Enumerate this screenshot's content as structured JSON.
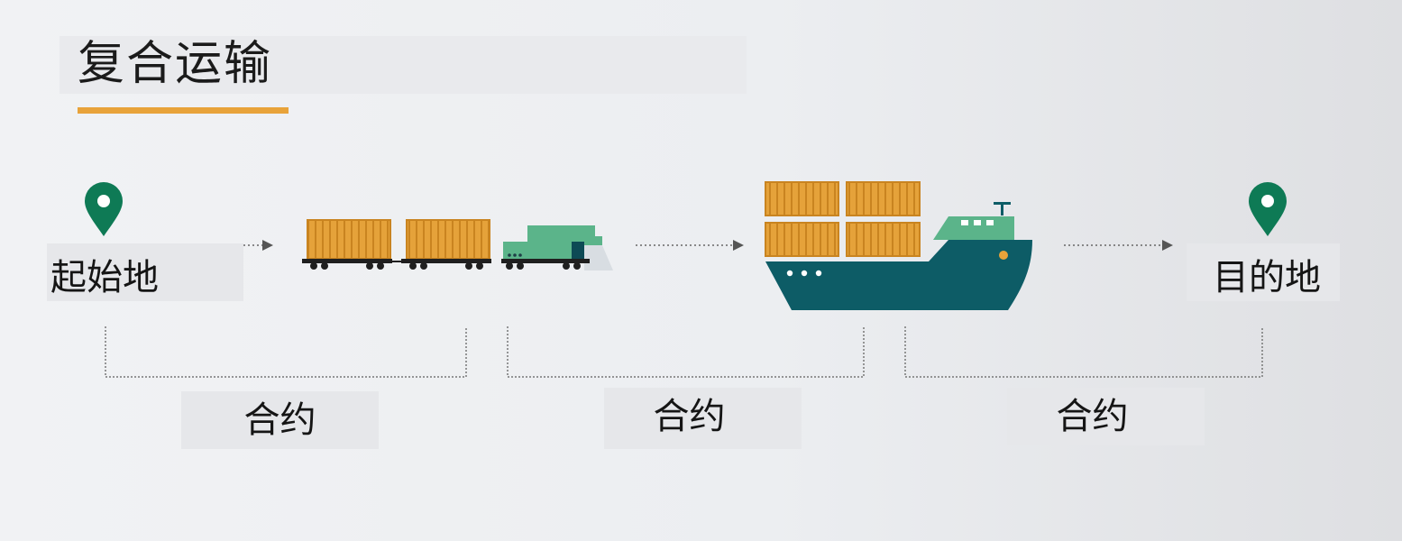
{
  "title": "复合运输",
  "origin": {
    "label": "起始地",
    "icon": "map-pin-icon"
  },
  "destination": {
    "label": "目的地",
    "icon": "map-pin-icon"
  },
  "contracts": [
    {
      "label": "合约"
    },
    {
      "label": "合约"
    },
    {
      "label": "合约"
    }
  ],
  "vehicles": [
    "train-icon",
    "container-ship-icon"
  ],
  "colors": {
    "accent": "#e8a33a",
    "pin": "#0e7a55",
    "container": "#e5a23a",
    "locomotive": "#5bb48a",
    "ship_hull": "#0d5c66"
  }
}
